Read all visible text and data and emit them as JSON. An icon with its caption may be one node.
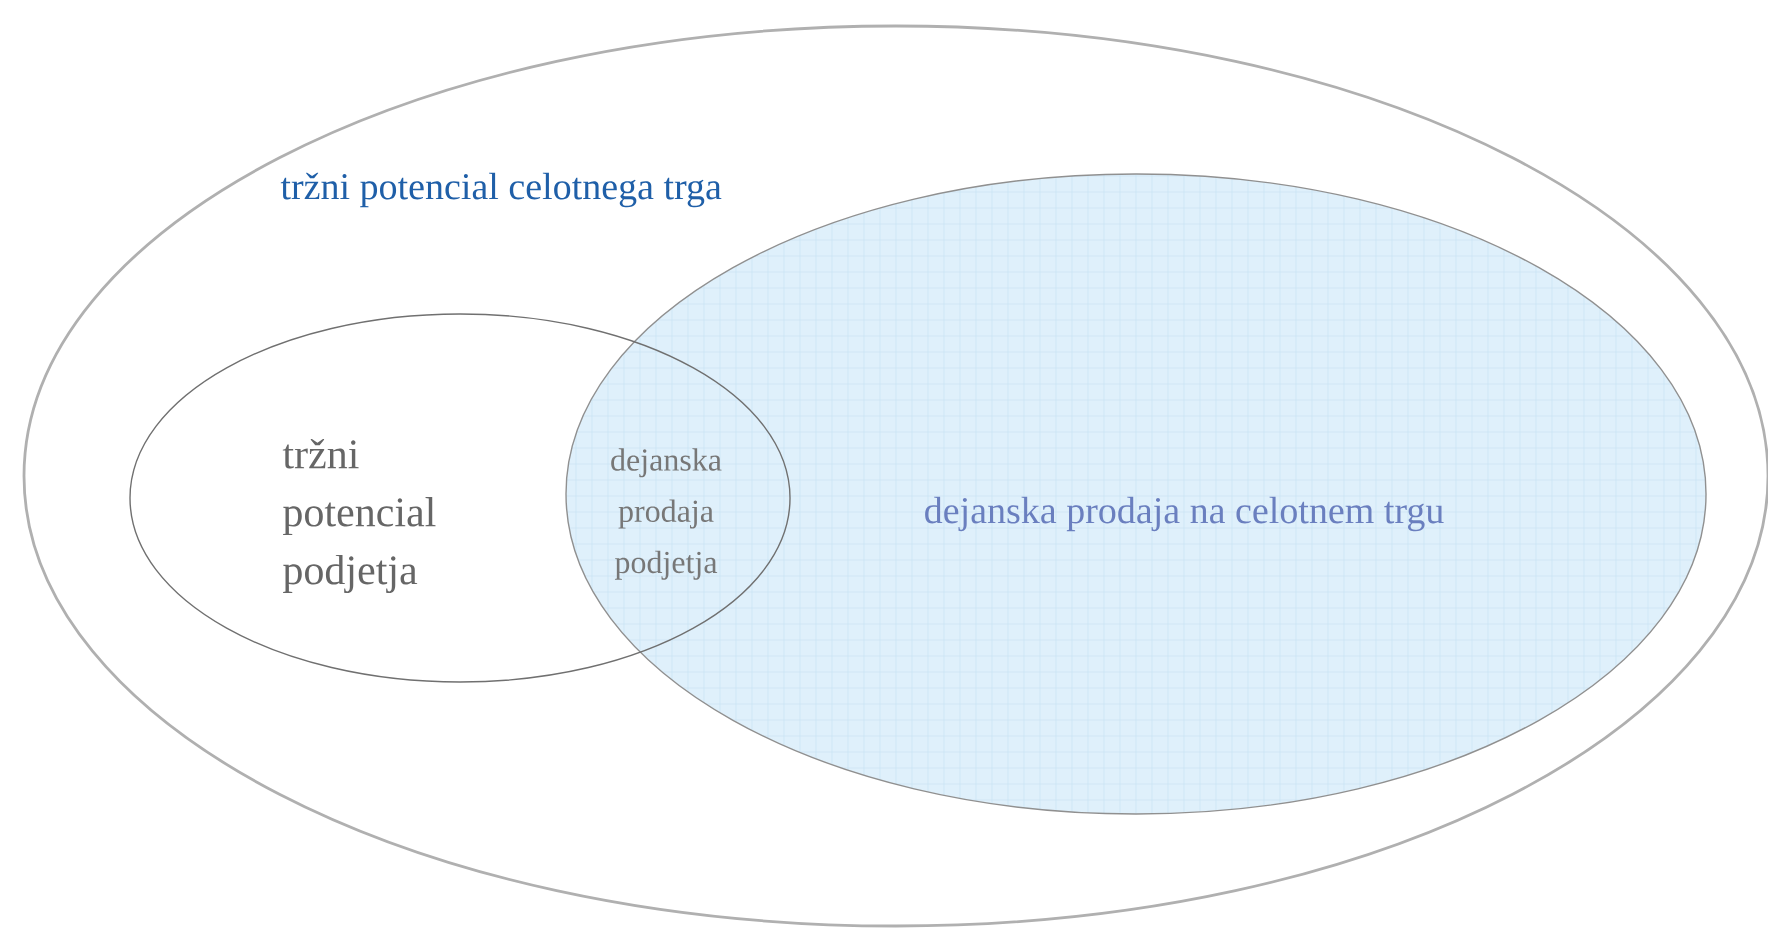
{
  "diagram": {
    "nodes": [
      {
        "text": [
          "tržni potencial celotnega trga"
        ]
      },
      {
        "text": [
          "tržni potencial podjetja"
        ],
        "in": 0
      },
      {
        "text": [
          "dejanska prodaja na celotnem trgu"
        ],
        "in": 0
      }
    ],
    "labels": [
      "dejanska prodaja podjetja"
    ]
  }
}
